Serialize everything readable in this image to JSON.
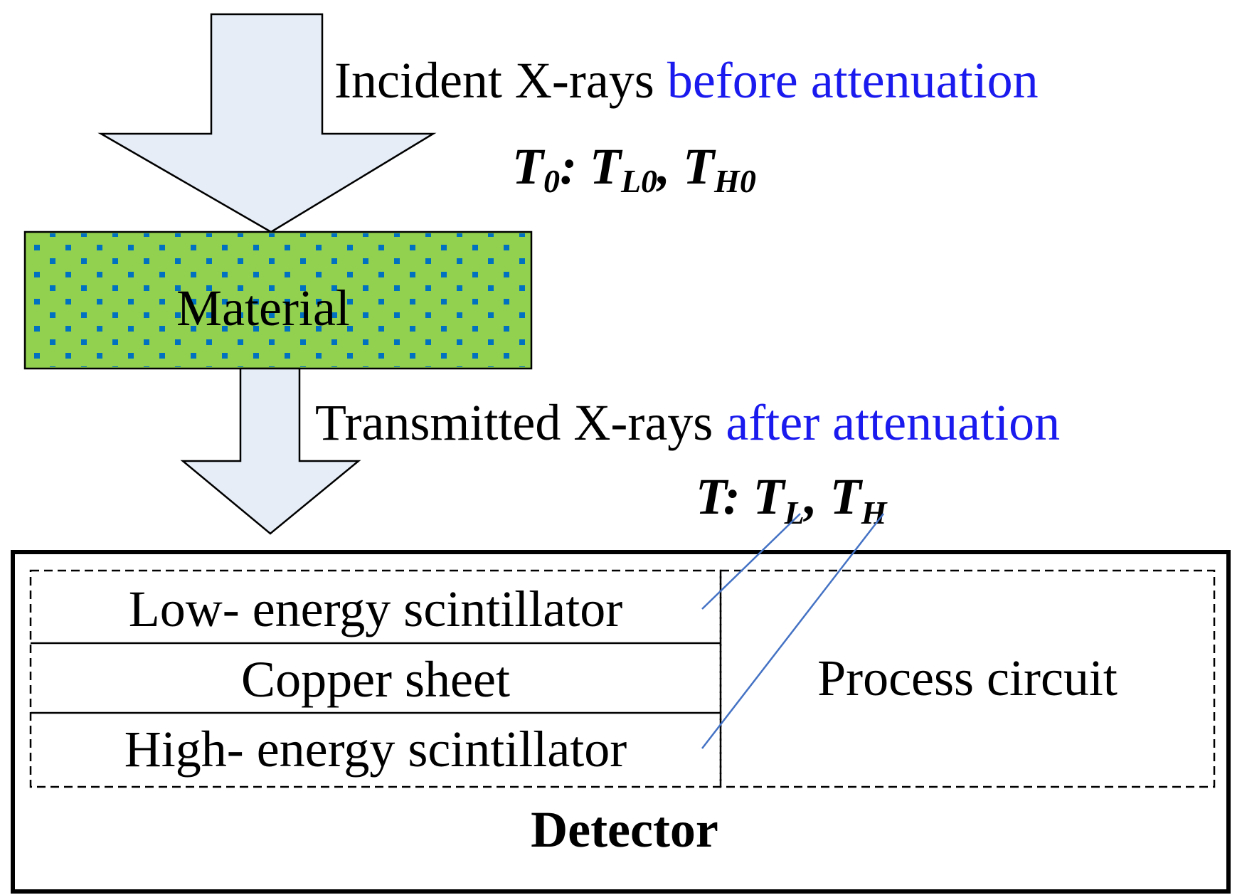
{
  "incident": {
    "label_black": "Incident X-rays",
    "label_blue": "before attenuation",
    "symbol_main": "T",
    "symbol_main_sub": "0",
    "symbol_sep": ": ",
    "symbol_a": "T",
    "symbol_a_sub": "L0",
    "symbol_comma": ", ",
    "symbol_b": "T",
    "symbol_b_sub": "H0"
  },
  "material": {
    "label": "Material"
  },
  "transmitted": {
    "label_black": "Transmitted X-rays",
    "label_blue": "after attenuation",
    "symbol_main": "T",
    "symbol_sep": ": ",
    "symbol_a": "T",
    "symbol_a_sub": "L",
    "symbol_comma": ", ",
    "symbol_b": "T",
    "symbol_b_sub": "H"
  },
  "detector": {
    "title": "Detector",
    "low_scintillator": "Low- energy scintillator",
    "copper_sheet": "Copper sheet",
    "high_scintillator": "High- energy scintillator",
    "process_circuit": "Process circuit"
  },
  "colors": {
    "arrow_fill": "#e6edf7",
    "material_fill": "#92d050",
    "material_dots": "#0070c0",
    "accent_text": "#1a1aee",
    "leader_lines": "#4472c4"
  }
}
